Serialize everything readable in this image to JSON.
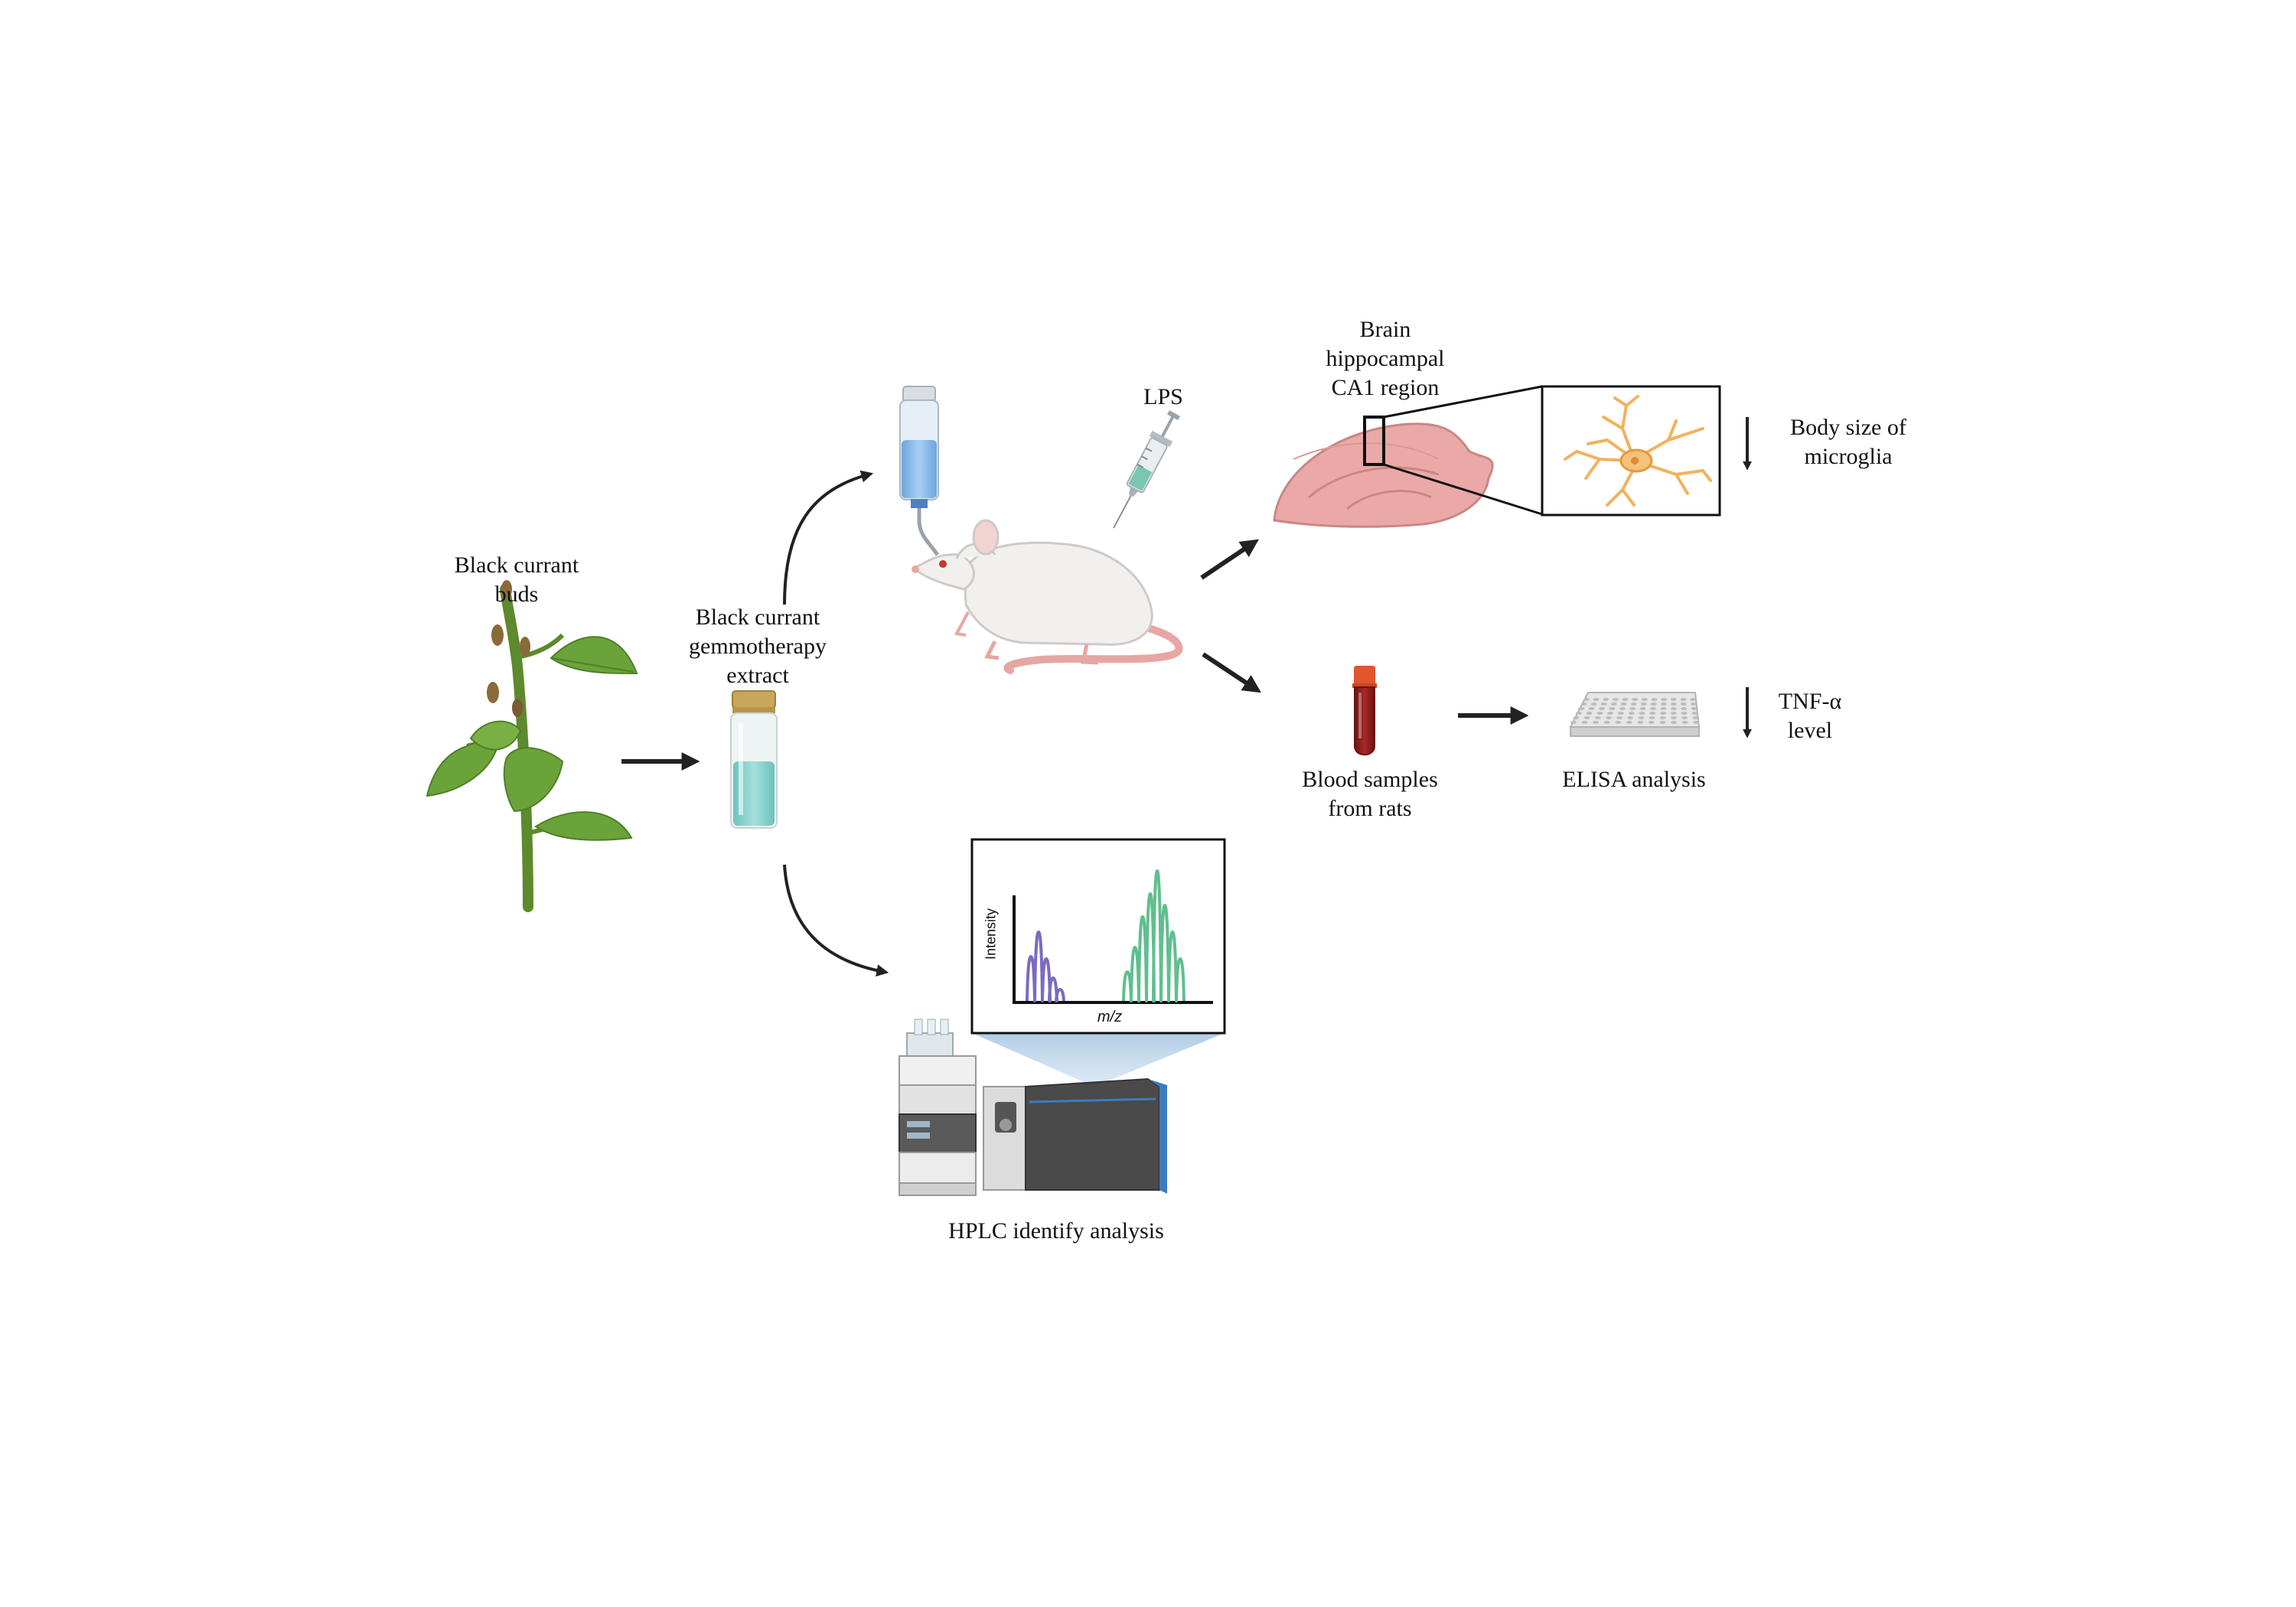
{
  "labels": {
    "buds": "Black currant\nbuds",
    "extract": "Black currant\ngemmotherapy\nextract",
    "lps": "LPS",
    "brain_region": "Brain\nhippocampal\nCA1 region",
    "microglia": "Body size of\nmicroglia",
    "blood": "Blood samples\nfrom rats",
    "elisa": "ELISA analysis",
    "tnf": "TNF-α\nlevel",
    "hplc": "HPLC identify analysis"
  },
  "spectrum": {
    "y_axis_label": "Intensity",
    "x_axis_label": "m/z"
  },
  "colors": {
    "arrow": "#222222",
    "leaf": "#6aa33a",
    "stem": "#5d8a2c",
    "vial_liquid": "#8fd3cf",
    "vial_cap": "#c9a75a",
    "rat_body": "#f2f0ee",
    "rat_tail": "#e7a6a3",
    "brain": "#eaa9a7",
    "microglia": "#f2b25c",
    "blood": "#8e1b1b",
    "tube_cap": "#e0562d",
    "plate": "#d9d9d9",
    "peak_purple": "#7b6ac2",
    "peak_green": "#5fbf8f",
    "ms_dark": "#4a4a4a",
    "ms_blue": "#3c7cc0"
  },
  "icons": [
    "plant-icon",
    "vial-icon",
    "water-bottle-icon",
    "syringe-icon",
    "rat-icon",
    "brain-icon",
    "microglia-icon",
    "blood-tube-icon",
    "elisa-plate-icon",
    "hplc-instrument-icon",
    "mass-spectrum-icon"
  ]
}
